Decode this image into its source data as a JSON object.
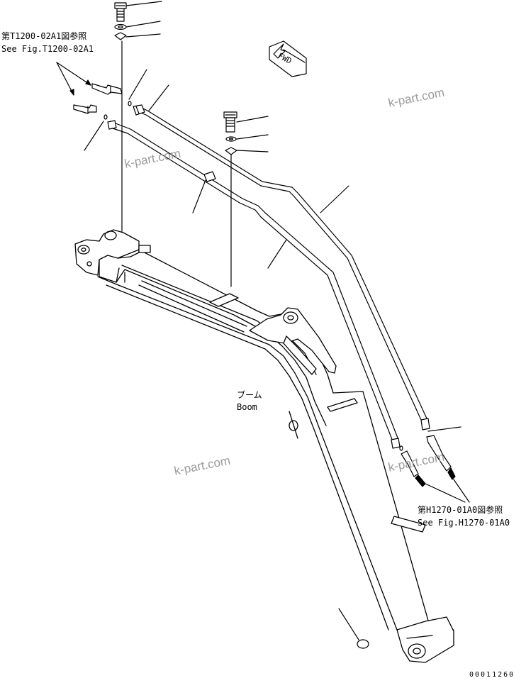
{
  "references": {
    "top_left": {
      "ja": "第T1200-02A1図参照",
      "en": "See Fig.T1200-02A1"
    },
    "bottom_right": {
      "ja": "第H1270-01A0図参照",
      "en": "See Fig.H1270-01A0"
    }
  },
  "boom_label": {
    "ja": "ブーム",
    "en": "Boom"
  },
  "direction_marker": "FWD",
  "watermarks": [
    "k-part.com",
    "k-part.com",
    "k-part.com",
    "k-part.com"
  ],
  "figure_number": "00011260"
}
